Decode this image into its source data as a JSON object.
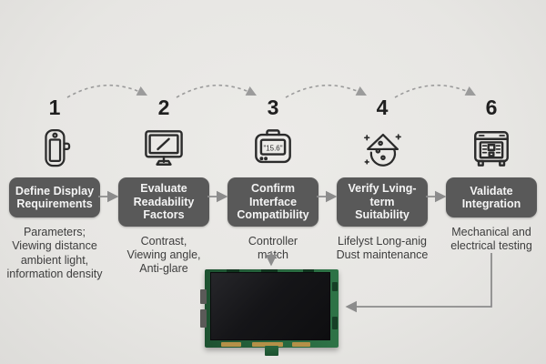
{
  "page": {
    "background_color": "#e8e7e4",
    "box_color": "#595959",
    "box_text_color": "#f4f4f4",
    "description_text_color": "#3d3d3d",
    "connector_color": "#8c8c8c",
    "dashed_arc_color": "#9b9b9b",
    "panel_pcb_color": "#27663e",
    "panel_screen_color": "#151518"
  },
  "steps": [
    {
      "number": "1",
      "icon": "handheld-dongle-icon",
      "title": "Define Display\nRequirements",
      "description": "Parameters;\nViewing distance\nambient light,\ninformation density"
    },
    {
      "number": "2",
      "icon": "monitor-pen-icon",
      "title": "Evaluate\nReadability\nFactors",
      "description": "Contrast,\nViewing angle,\nAnti-glare"
    },
    {
      "number": "3",
      "icon": "display-case-icon",
      "icon_screen_label": "\"15.6\"",
      "title": "Confirm Interface\nCompatibility",
      "description": "Controller\nmatch"
    },
    {
      "number": "4",
      "icon": "dust-shield-icon",
      "title": "Verify Lving-term\nSuitability",
      "description": "Lifelyst Long-anig\nDust maintenance"
    },
    {
      "number": "6",
      "icon": "test-machine-icon",
      "title": "Validate\nIntegration",
      "description": "Mechanical and\nelectrical testing"
    }
  ],
  "figure": {
    "name": "lcd-panel-module-photo"
  }
}
